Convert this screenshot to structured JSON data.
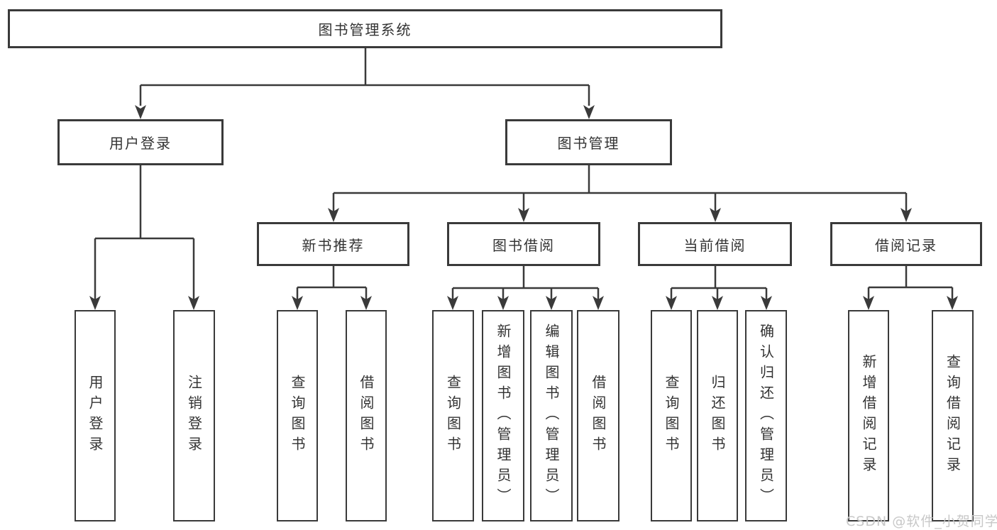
{
  "diagram_type": "hierarchy-tree",
  "watermark": "CSDN @软件_小贺同学",
  "colors": {
    "line": "#3a3a3a",
    "box_border": "#3a3a3a",
    "text": "#333333",
    "background": "#ffffff",
    "watermark": "#c5c5c5"
  },
  "hierarchy": {
    "label": "图书管理系统",
    "children": [
      {
        "label": "用户登录",
        "children": [
          {
            "label": "用户登录"
          },
          {
            "label": "注销登录"
          }
        ]
      },
      {
        "label": "图书管理",
        "children": [
          {
            "label": "新书推荐",
            "children": [
              {
                "label": "查询图书"
              },
              {
                "label": "借阅图书"
              }
            ]
          },
          {
            "label": "图书借阅",
            "children": [
              {
                "label": "查询图书"
              },
              {
                "label": "新增图书（管理员）"
              },
              {
                "label": "编辑图书（管理员）"
              },
              {
                "label": "借阅图书"
              }
            ]
          },
          {
            "label": "当前借阅",
            "children": [
              {
                "label": "查询图书"
              },
              {
                "label": "归还图书"
              },
              {
                "label": "确认归还（管理员）"
              }
            ]
          },
          {
            "label": "借阅记录",
            "children": [
              {
                "label": "新增借阅记录"
              },
              {
                "label": "查询借阅记录"
              }
            ]
          }
        ]
      }
    ]
  }
}
